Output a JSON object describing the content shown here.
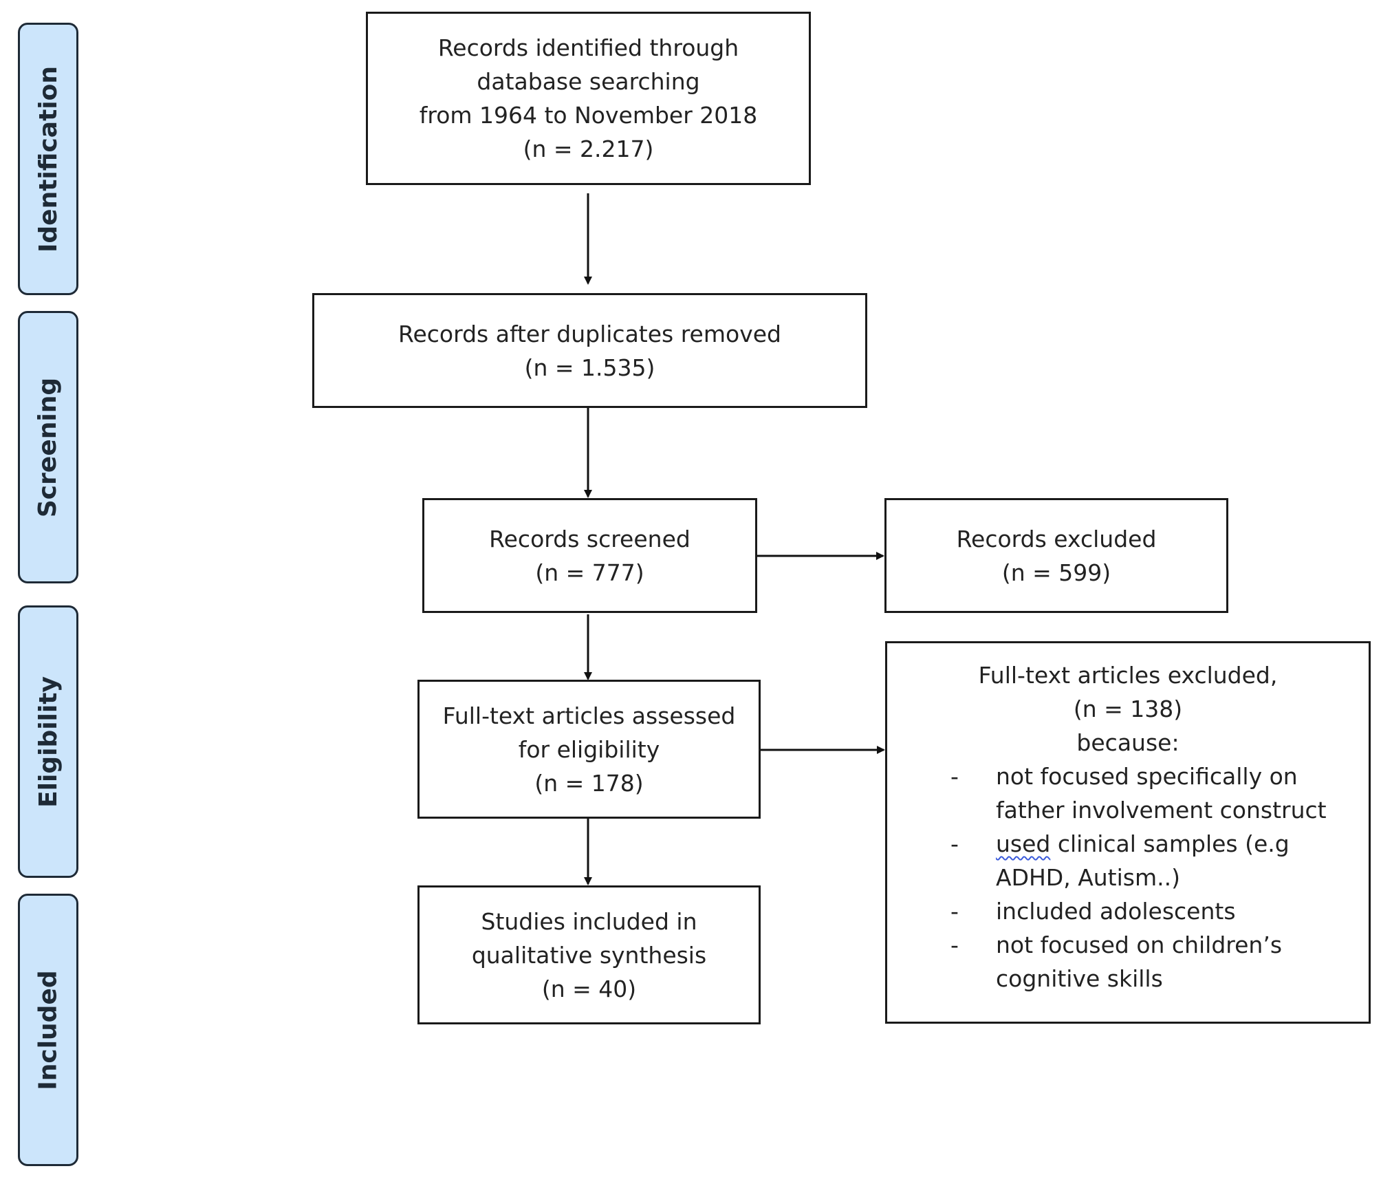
{
  "stages": [
    "Identification",
    "Screening",
    "Eligibility",
    "Included"
  ],
  "boxes": {
    "identified": {
      "lines": [
        "Records identified through",
        "database searching",
        "from 1964 to November 2018",
        "(n = 2.217)"
      ]
    },
    "deduplicated": {
      "lines": [
        "Records after duplicates removed",
        "(n = 1.535)"
      ]
    },
    "screened": {
      "lines": [
        "Records screened",
        "(n = 777)"
      ]
    },
    "excluded": {
      "lines": [
        "Records excluded",
        "(n = 599)"
      ]
    },
    "fulltext": {
      "lines": [
        "Full-text articles assessed",
        "for eligibility",
        "(n = 178)"
      ]
    },
    "fulltext_excluded": {
      "lines": [
        "Full-text articles excluded,",
        "(n = 138)",
        "because:"
      ],
      "reasons": [
        {
          "line1": "not focused specifically on",
          "line2": "father involvement construct"
        },
        {
          "word": "used",
          "line1_rest": " clinical samples (e.g",
          "line2": "ADHD, Autism..)"
        },
        {
          "line1": "included adolescents"
        },
        {
          "line1": "not focused on children’s",
          "line2": "cognitive skills"
        }
      ]
    },
    "included": {
      "lines": [
        "Studies included in",
        "qualitative synthesis",
        "(n = 40)"
      ]
    }
  }
}
